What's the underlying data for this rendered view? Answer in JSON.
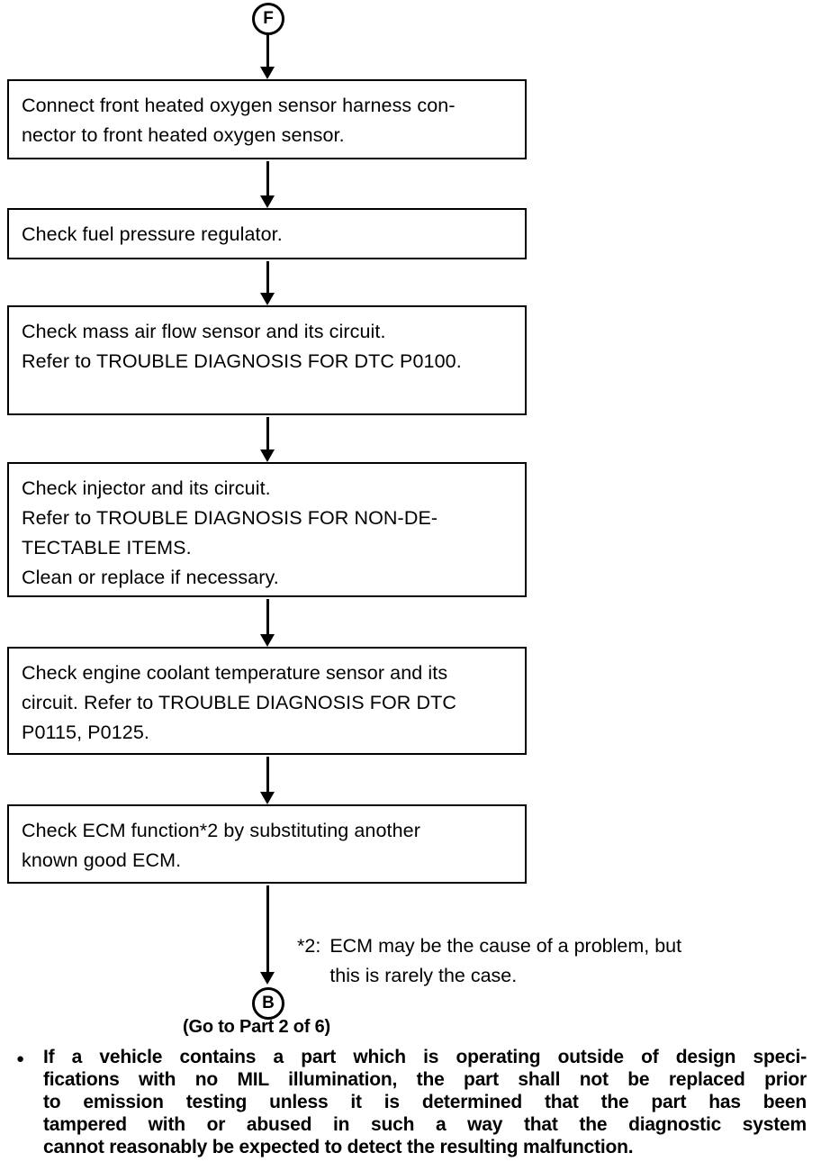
{
  "flowchart": {
    "start_connector": {
      "label": "F"
    },
    "steps": [
      {
        "text": "Connect front heated oxygen sensor harness con-\nnector to front heated oxygen sensor."
      },
      {
        "text": "Check fuel pressure regulator."
      },
      {
        "text": "Check mass air flow sensor and its circuit.\nRefer to TROUBLE DIAGNOSIS FOR DTC P0100."
      },
      {
        "text": "Check injector and its circuit.\nRefer to TROUBLE DIAGNOSIS FOR NON-DE-\nTECTABLE ITEMS.\nClean or replace if necessary."
      },
      {
        "text": "Check engine coolant temperature sensor and its\ncircuit. Refer to TROUBLE DIAGNOSIS FOR DTC\nP0115, P0125."
      },
      {
        "text": "Check ECM function*2 by substituting another\nknown good ECM."
      }
    ],
    "footnote": {
      "marker": "*2:",
      "text": "ECM may be the cause of a problem, but\nthis is rarely the case."
    },
    "end_connector": {
      "label": "B",
      "caption": "(Go to Part 2 of 6)"
    }
  },
  "note": {
    "bullet": "●",
    "lines": [
      "If a vehicle contains a part which is operating outside of design speci-",
      "fications with no MIL illumination, the part shall not be replaced prior",
      "to emission testing unless it is determined that the part has been",
      "tampered with or abused in such a way that the diagnostic system",
      "cannot reasonably be expected to detect the resulting malfunction."
    ]
  },
  "colors": {
    "ink": "#000000",
    "background": "#ffffff"
  }
}
